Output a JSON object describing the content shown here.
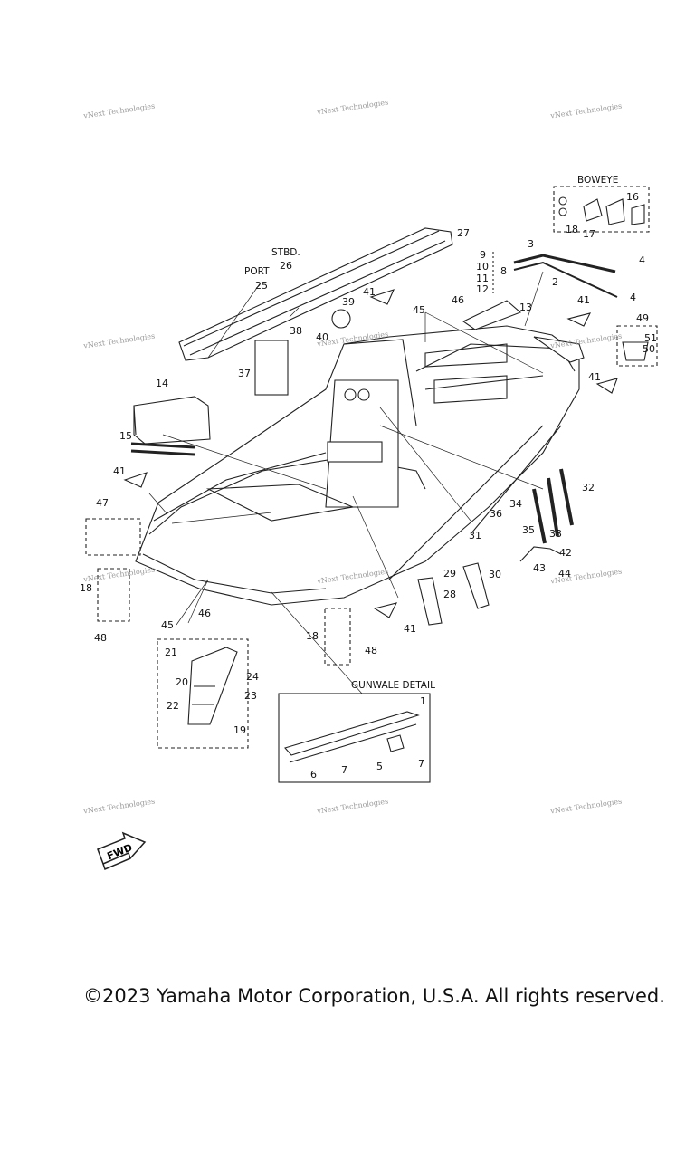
{
  "watermark_text": "vNext Technologies",
  "headers": {
    "boweye": "BOWEYE",
    "gunwale_detail": "GUNWALE DETAIL",
    "stbd": "STBD.",
    "port": "PORT"
  },
  "fwd_label": "FWD",
  "copyright": "©2023 Yamaha Motor Corporation, U.S.A. All rights reserved.",
  "callouts": [
    "1",
    "2",
    "3",
    "4",
    "4",
    "5",
    "6",
    "7",
    "7",
    "8",
    "9",
    "10",
    "11",
    "12",
    "13",
    "14",
    "15",
    "16",
    "17",
    "18",
    "18",
    "18",
    "19",
    "20",
    "21",
    "22",
    "23",
    "24",
    "25",
    "26",
    "27",
    "28",
    "29",
    "30",
    "31",
    "32",
    "33",
    "34",
    "35",
    "36",
    "37",
    "38",
    "39",
    "40",
    "41",
    "41",
    "41",
    "41",
    "41",
    "42",
    "43",
    "44",
    "45",
    "45",
    "46",
    "46",
    "47",
    "48",
    "48",
    "49",
    "50",
    "51"
  ],
  "colors": {
    "line": "#222222",
    "watermark": "#9a9a9a"
  }
}
